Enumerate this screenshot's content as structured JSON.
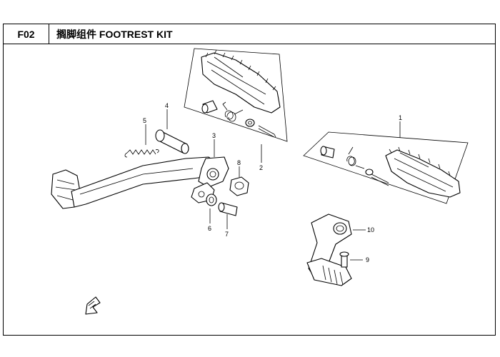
{
  "header": {
    "code": "F02",
    "title": "搁脚组件 FOOTREST KIT"
  },
  "callouts": {
    "c1": "1",
    "c2": "2",
    "c3": "3",
    "c4": "4",
    "c5": "5",
    "c6": "6",
    "c7": "7",
    "c8": "8",
    "c9": "9",
    "c10": "10"
  },
  "icons": {
    "direction": "front-arrow-icon"
  }
}
